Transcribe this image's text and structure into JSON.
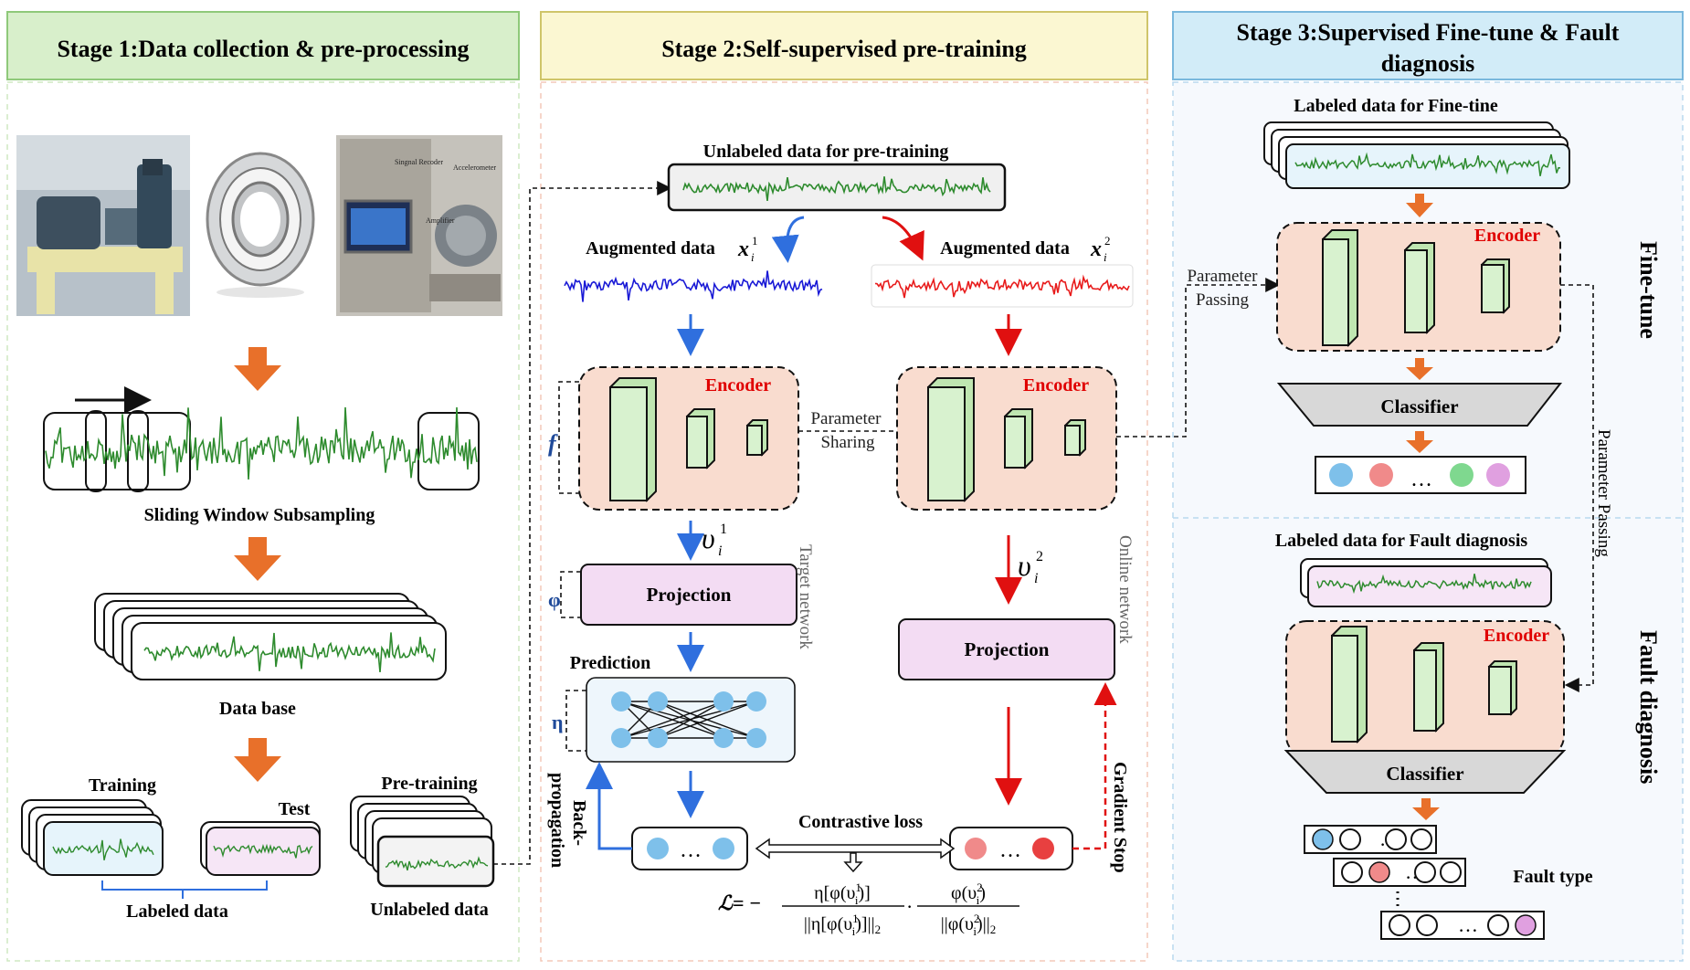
{
  "stage1": {
    "title": "Stage 1:Data collection & pre-processing",
    "sliding_window": "Sliding Window Subsampling",
    "database": "Data base",
    "training": "Training",
    "test": "Test",
    "pretraining": "Pre-training",
    "labeled_data": "Labeled data",
    "unlabeled_data": "Unlabeled data",
    "photo_labels": [
      "Singnal Recoder",
      "Accelerometer",
      "Amplifier"
    ]
  },
  "stage2": {
    "title": "Stage 2:Self-supervised pre-training",
    "unlabeled_pretrain": "Unlabeled data for pre-training",
    "augmented_left": "Augmented data",
    "augmented_right": "Augmented data",
    "x1": "x",
    "x2": "x",
    "encoder_left": "Encoder",
    "encoder_right": "Encoder",
    "f_symbol": "f",
    "param_sharing_1": "Parameter",
    "param_sharing_2": "Sharing",
    "v1": "υ",
    "v2": "υ",
    "phi_symbol": "φ",
    "projection_left": "Projection",
    "projection_right": "Projection",
    "target_network": "Target network",
    "online_network": "Online network",
    "prediction": "Prediction",
    "eta_symbol": "η",
    "backprop_1": "Back-",
    "backprop_2": "propagation",
    "contrastive_loss": "Contrastive loss",
    "gradient_stop": "Gradient Stop",
    "ellipsis": "…"
  },
  "stage3": {
    "title_1": "Stage 3:Supervised Fine-tune & Fault",
    "title_2": "diagnosis",
    "labeled_finetune": "Labeled data for Fine-tine",
    "encoder_top": "Encoder",
    "classifier_top": "Classifier",
    "param_passing_1": "Parameter",
    "param_passing_2": "Passing",
    "param_passing_vertical": "Parameter Passing",
    "finetune_side": "Fine-tune",
    "labeled_fault": "Labeled data for Fault diagnosis",
    "encoder_bottom": "Encoder",
    "classifier_bottom": "Classifier",
    "fault_side": "Fault diagnosis",
    "fault_type": "Fault type"
  },
  "colors": {
    "stage1_header": "#d8efcb",
    "stage2_header": "#fbf7d2",
    "stage3_header": "#d2ecf8",
    "encoder_fill": "#f9dccf",
    "cube_fill": "#d8f2cf",
    "projection_fill": "#f3dcf3",
    "arrow_blue": "#2f6fde",
    "arrow_red": "#e01010",
    "arrow_orange": "#e8702a",
    "signal_green": "#2e8b2e",
    "signal_blue": "#1a1ad6",
    "signal_red": "#e81c1c"
  }
}
